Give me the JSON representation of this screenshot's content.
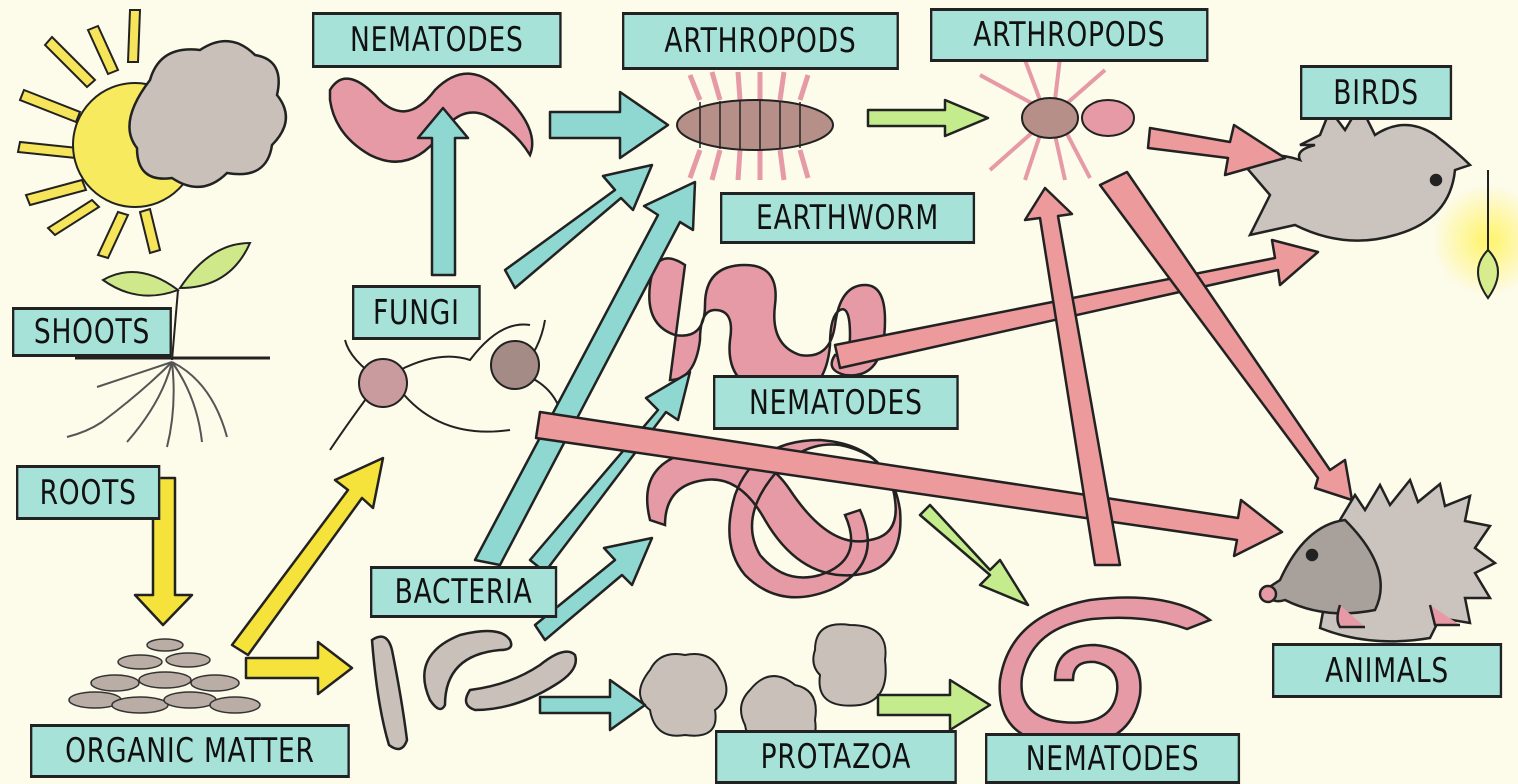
{
  "labels": {
    "shoots": "SHOOTS",
    "roots": "ROOTS",
    "organic_matter": "ORGANIC MATTER",
    "fungi": "FUNGI",
    "bacteria": "BACTERIA",
    "nematodes_top": "NEMATODES",
    "nematodes_mid": "NEMATODES",
    "nematodes_bottom": "NEMATODES",
    "arthropods_left": "ARTHROPODS",
    "arthropods_right": "ARTHROPODS",
    "earthworm": "EARTHWORM",
    "protozoa": "PROTAZOA",
    "birds": "BIRDS",
    "animals": "ANIMALS"
  },
  "colors": {
    "background": "#fdfbe9",
    "label_fill": "#a6e2d8",
    "arrow_teal": "#8fd8d2",
    "arrow_pink": "#ec9a9c",
    "arrow_yellow": "#f5e23a",
    "arrow_green": "#c4ec8c",
    "worm_pink": "#e69aa6",
    "gray": "#c9c0ba"
  }
}
